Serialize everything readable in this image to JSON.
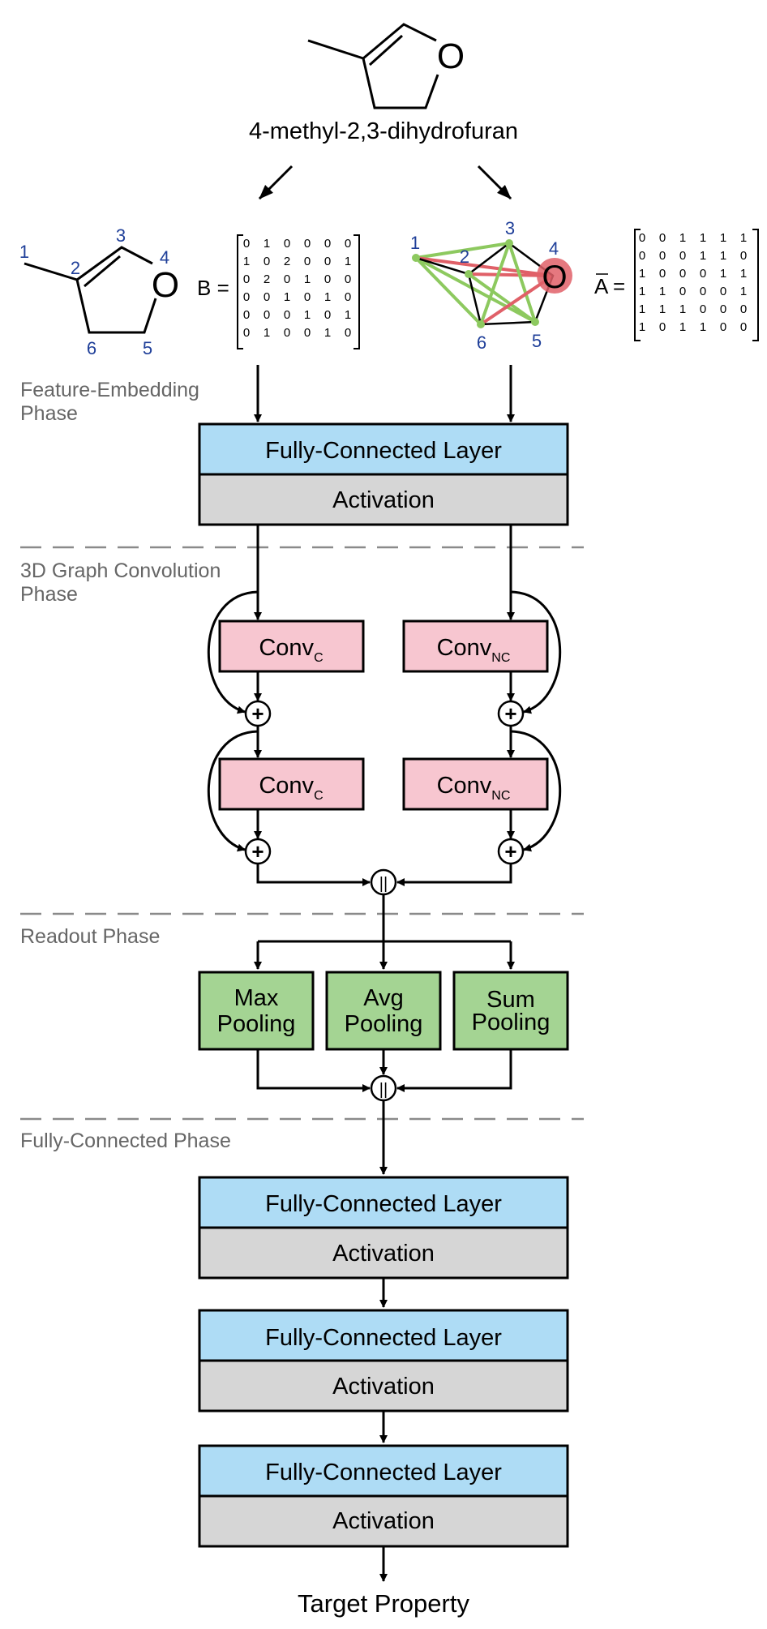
{
  "molecule": {
    "name": "4-methyl-2,3-dihydrofuran",
    "oxygen_symbol": "O",
    "atom_numbers": [
      "1",
      "2",
      "3",
      "4",
      "5",
      "6"
    ]
  },
  "matrix_b": {
    "label": "B =",
    "rows": [
      [
        "0",
        "1",
        "0",
        "0",
        "0",
        "0"
      ],
      [
        "1",
        "0",
        "2",
        "0",
        "0",
        "1"
      ],
      [
        "0",
        "2",
        "0",
        "1",
        "0",
        "0"
      ],
      [
        "0",
        "0",
        "1",
        "0",
        "1",
        "0"
      ],
      [
        "0",
        "0",
        "0",
        "1",
        "0",
        "1"
      ],
      [
        "0",
        "1",
        "0",
        "0",
        "1",
        "0"
      ]
    ]
  },
  "matrix_a": {
    "label_letter": "A",
    "label_eq": "=",
    "rows": [
      [
        "0",
        "0",
        "1",
        "1",
        "1",
        "1"
      ],
      [
        "0",
        "0",
        "0",
        "1",
        "1",
        "0"
      ],
      [
        "1",
        "0",
        "0",
        "0",
        "1",
        "1"
      ],
      [
        "1",
        "1",
        "0",
        "0",
        "0",
        "1"
      ],
      [
        "1",
        "1",
        "1",
        "0",
        "0",
        "0"
      ],
      [
        "1",
        "0",
        "1",
        "1",
        "0",
        "0"
      ]
    ]
  },
  "phases": {
    "feature_embedding": [
      "Feature-Embedding",
      "Phase"
    ],
    "graph_convolution": [
      "3D Graph Convolution",
      "Phase"
    ],
    "readout": "Readout Phase",
    "fully_connected": "Fully-Connected Phase"
  },
  "layers": {
    "fc": "Fully-Connected Layer",
    "activation": "Activation",
    "conv": "Conv",
    "conv_c_sub": "C",
    "conv_nc_sub": "NC",
    "max_pool": [
      "Max",
      "Pooling"
    ],
    "avg_pool": [
      "Avg",
      "Pooling"
    ],
    "sum_pool": [
      "Sum",
      "Pooling"
    ],
    "add_symbol": "+",
    "concat_symbol": "||"
  },
  "output": "Target Property",
  "colors": {
    "fc_fill": "#aedcf5",
    "activation_fill": "#d6d6d6",
    "conv_fill": "#f7c6d0",
    "pool_fill": "#a4d493",
    "green_edge": "#8dc95f",
    "red_edge": "#e06068",
    "atom_blue": "#1f3f99"
  }
}
